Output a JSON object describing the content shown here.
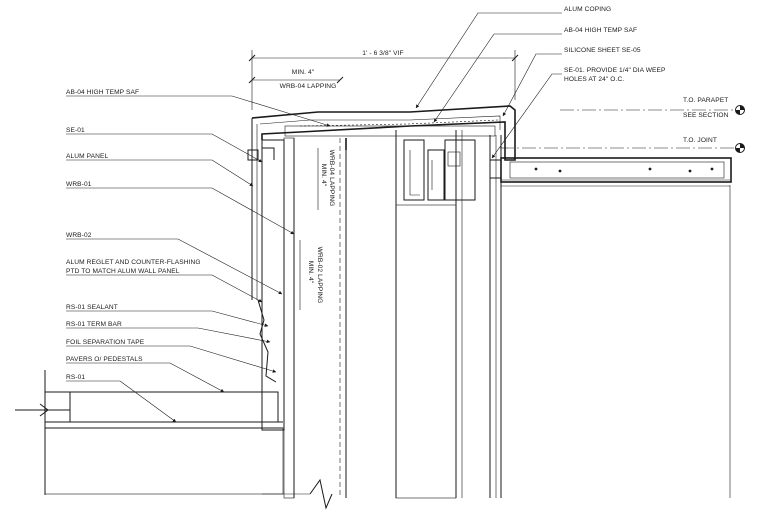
{
  "labels_left": [
    "AB-04 HIGH TEMP SAF",
    "SE-01",
    "ALUM PANEL",
    "WRB-01",
    "WRB-02",
    "ALUM REGLET AND COUNTER-FLASHING",
    "PTD TO MATCH ALUM WALL PANEL",
    "RS-01 SEALANT",
    "RS-01 TERM BAR",
    "FOIL SEPARATION TAPE",
    "PAVERS O/ PEDESTALS",
    "RS-01"
  ],
  "labels_right": [
    "ALUM COPING",
    "AB-04 HIGH TEMP SAF",
    "SILICONE SHEET SE-05",
    "SE-01. PROVIDE 1/4\" DIA WEEP",
    "HOLES AT 24\" O.C."
  ],
  "dimension": "1' - 6 3/8\"  VIF",
  "lap_top_min": "MIN. 4\"",
  "lap_top_name": "WRB-04 LAPPING",
  "lap_v1_min": "MIN. 4\"",
  "lap_v1_name": "WRB-04 LAPPING",
  "lap_v2_min": "MIN. 4\"",
  "lap_v2_name": "WRB-02 LAPPING",
  "elevations": {
    "parapet": "T.O. PARAPET",
    "parapet_note": "SEE SECTION",
    "joint": "T.O. JOINT"
  }
}
